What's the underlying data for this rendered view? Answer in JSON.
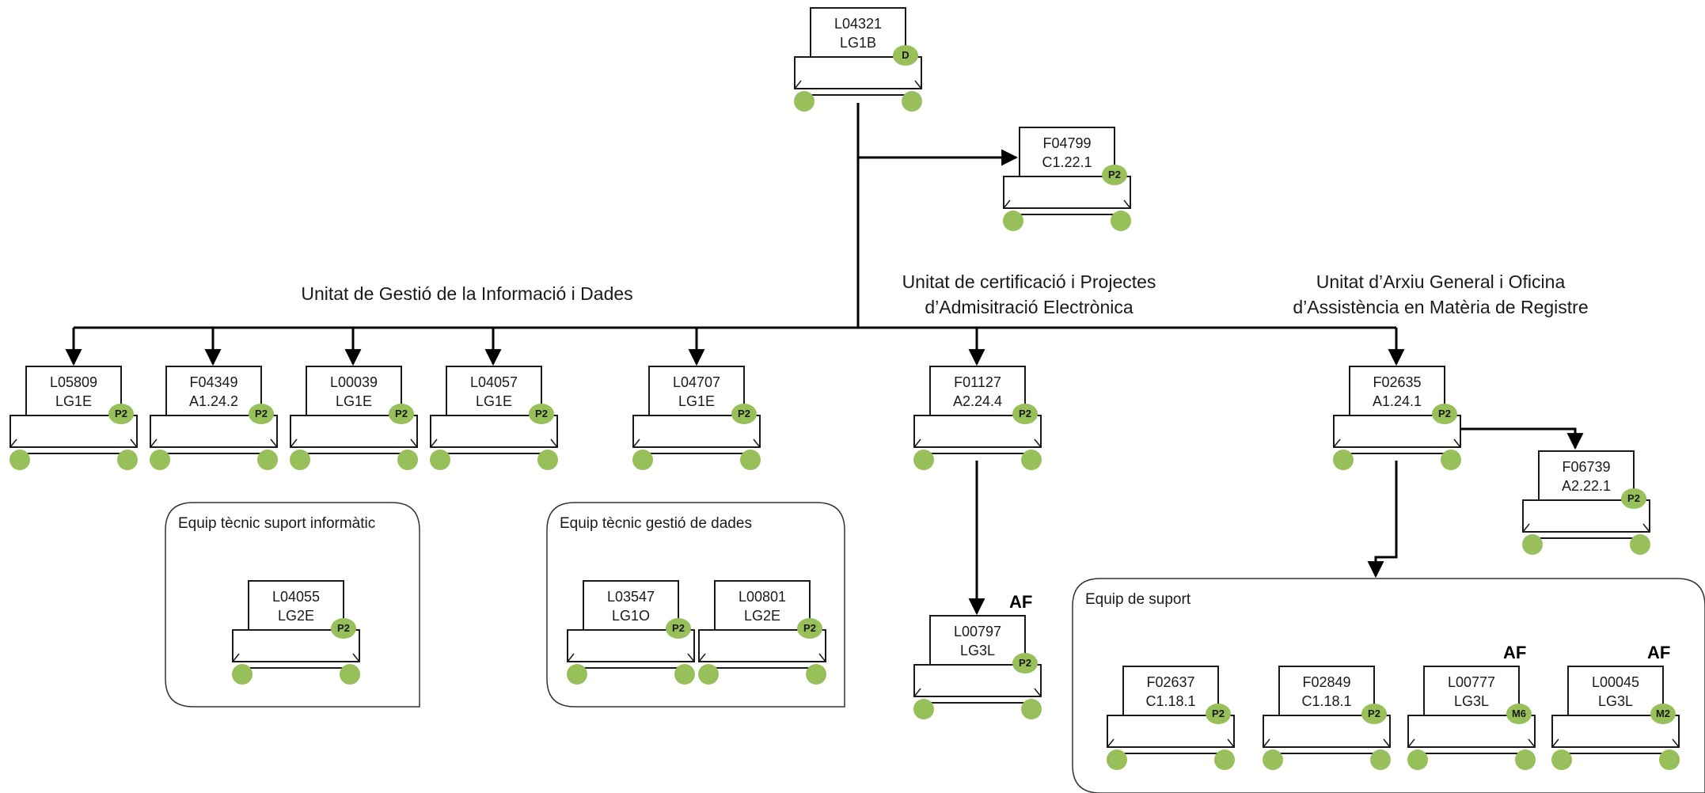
{
  "colors": {
    "badge_fill": "#97bf5a",
    "line": "#000000",
    "box_border": "#1a1a1a"
  },
  "units": {
    "u1": "Unitat de Gestió de la Informació i Dades",
    "u2": [
      "Unitat de certificació i Projectes",
      "d’Admisitració Electrònica"
    ],
    "u3": [
      "Unitat d’Arxiu General i Oficina",
      "d’Assistència en Matèria de Registre"
    ]
  },
  "groups": {
    "g1": "Equip tècnic suport informàtic",
    "g2": "Equip tècnic gestió de dades",
    "g3": "Equip de suport"
  },
  "positions": [
    {
      "id": "L04321",
      "code": "LG1B",
      "badge": "D"
    },
    {
      "id": "F04799",
      "code": "C1.22.1",
      "badge": "P2"
    },
    {
      "id": "L05809",
      "code": "LG1E",
      "badge": "P2"
    },
    {
      "id": "F04349",
      "code": "A1.24.2",
      "badge": "P2"
    },
    {
      "id": "L00039",
      "code": "LG1E",
      "badge": "P2"
    },
    {
      "id": "L04057",
      "code": "LG1E",
      "badge": "P2"
    },
    {
      "id": "L04707",
      "code": "LG1E",
      "badge": "P2"
    },
    {
      "id": "F01127",
      "code": "A2.24.4",
      "badge": "P2"
    },
    {
      "id": "F02635",
      "code": "A1.24.1",
      "badge": "P2"
    },
    {
      "id": "F06739",
      "code": "A2.22.1",
      "badge": "P2"
    },
    {
      "id": "L04055",
      "code": "LG2E",
      "badge": "P2"
    },
    {
      "id": "L03547",
      "code": "LG1O",
      "badge": "P2"
    },
    {
      "id": "L00801",
      "code": "LG2E",
      "badge": "P2"
    },
    {
      "id": "L00797",
      "code": "LG3L",
      "badge": "P2",
      "flag": "AF"
    },
    {
      "id": "F02637",
      "code": "C1.18.1",
      "badge": "P2"
    },
    {
      "id": "F02849",
      "code": "C1.18.1",
      "badge": "P2"
    },
    {
      "id": "L00777",
      "code": "LG3L",
      "badge": "M6",
      "flag": "AF"
    },
    {
      "id": "L00045",
      "code": "LG3L",
      "badge": "M2",
      "flag": "AF"
    }
  ]
}
